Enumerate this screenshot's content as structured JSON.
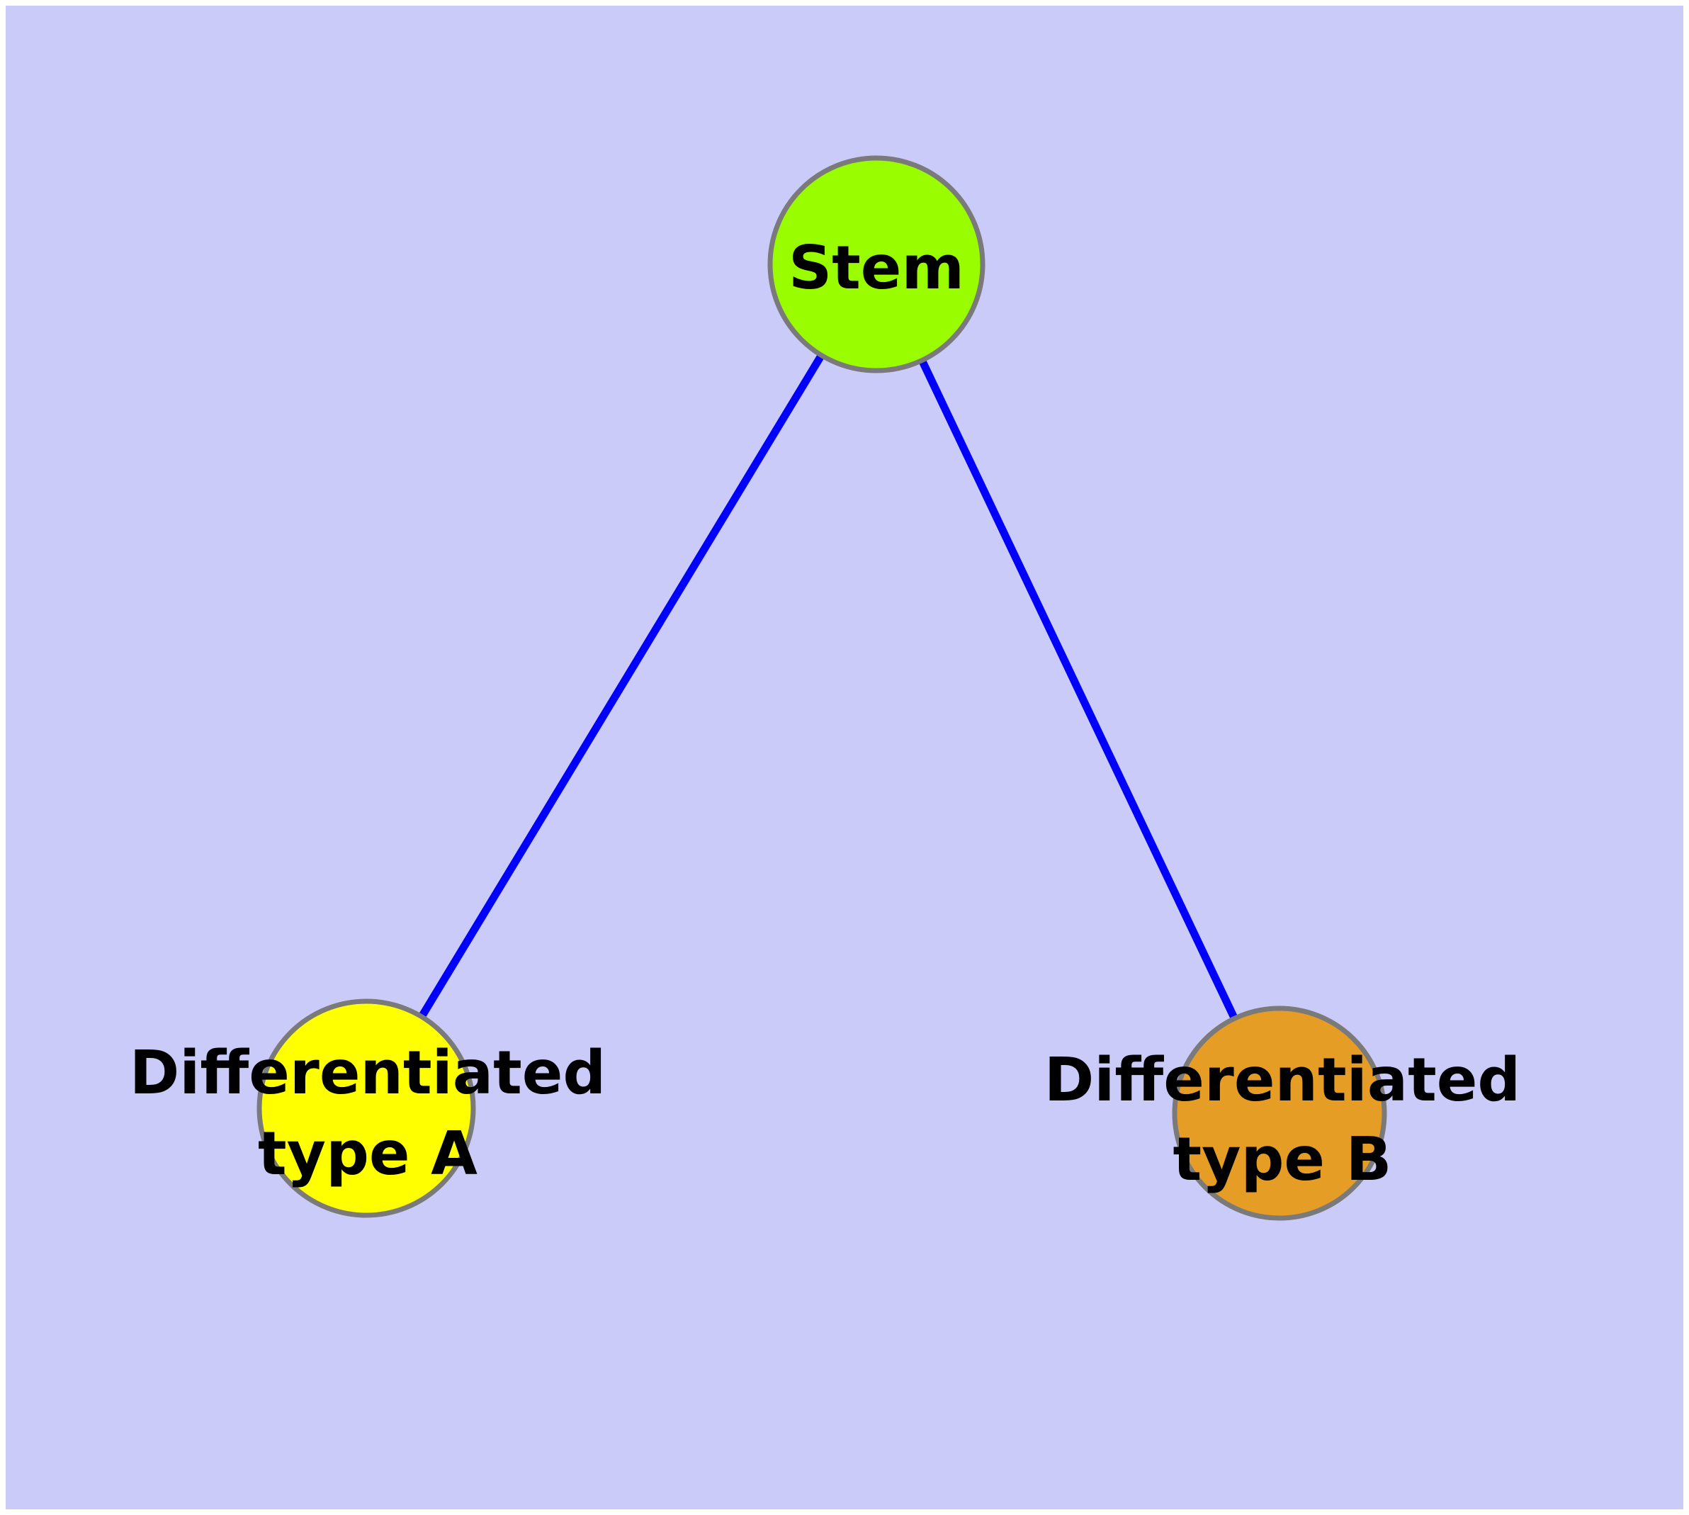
{
  "diagram": {
    "background_color": "#FFFFFF",
    "panel_color": "#CBCBFA",
    "edge_color": "#0000FF",
    "node_border_color": "#7A7A7A",
    "nodes": [
      {
        "id": "stem",
        "label": "Stem",
        "color": "#99FD00"
      },
      {
        "id": "differentiated-type-a",
        "label_line1": "Differentiated",
        "label_line2": "type A",
        "color": "#FFFF00"
      },
      {
        "id": "differentiated-type-b",
        "label_line1": "Differentiated",
        "label_line2": "type B",
        "color": "#E69D26"
      }
    ],
    "edges": [
      {
        "from": "Stem",
        "to": "Differentiated type A"
      },
      {
        "from": "Stem",
        "to": "Differentiated type B"
      }
    ]
  }
}
